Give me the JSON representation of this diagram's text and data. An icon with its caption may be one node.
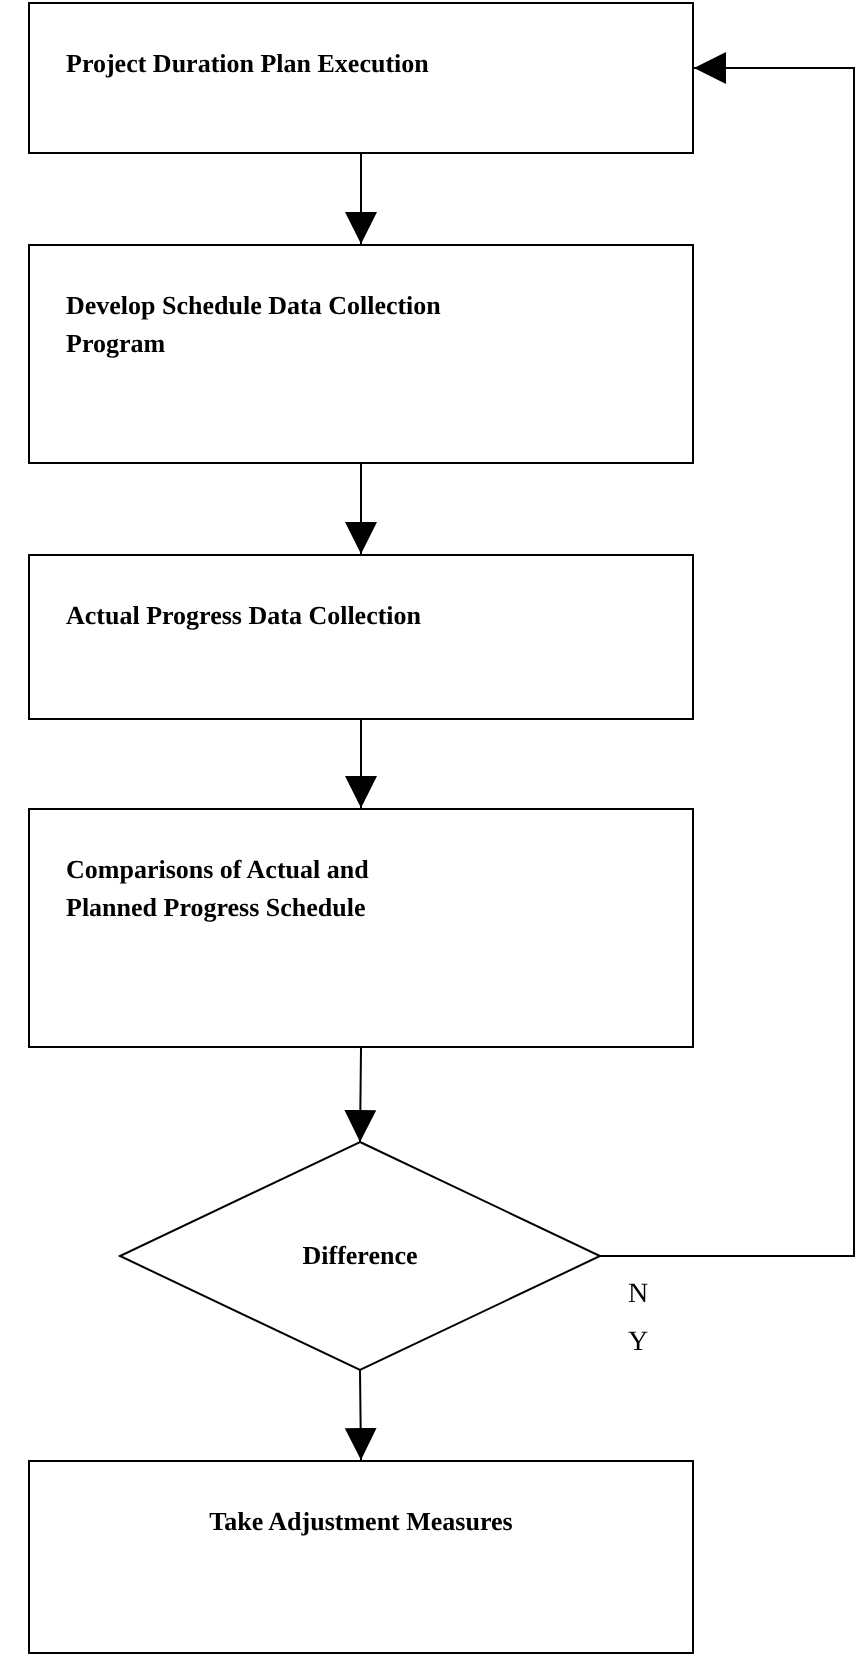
{
  "diagram": {
    "nodes": [
      {
        "text": [
          "Project Duration Plan Execution"
        ]
      },
      {
        "text": [
          "Develop Schedule Data Collection Program"
        ]
      },
      {
        "text": [
          "Actual Progress Data Collection"
        ]
      },
      {
        "text": [
          "Comparisons of Actual and Planned Progress Schedule"
        ]
      },
      {
        "text": [
          "Difference"
        ]
      },
      {
        "text": [
          "Take Adjustment Measures"
        ]
      }
    ],
    "edges": [
      {
        "from": 0,
        "to": 1,
        "arrow": "to"
      },
      {
        "from": 1,
        "to": 2,
        "arrow": "to"
      },
      {
        "from": 2,
        "to": 3,
        "arrow": "to"
      },
      {
        "from": 3,
        "to": 4,
        "arrow": "to"
      },
      {
        "from": 4,
        "to": 0,
        "arrow": "to"
      },
      {
        "from": 4,
        "to": 5,
        "arrow": "to"
      }
    ],
    "labels": [
      "N",
      "Y"
    ]
  }
}
